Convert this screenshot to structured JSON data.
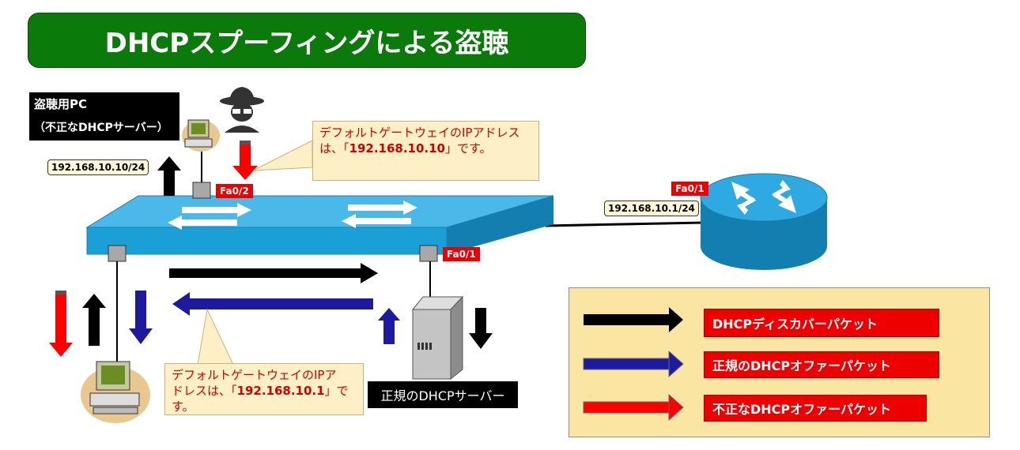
{
  "title": "DHCPスプーフィングによる盗聴",
  "rogue_pc": {
    "name": "盗聴用PC",
    "role": "（不正なDHCPサーバー）",
    "ip": "192.168.10.10/24",
    "port": "Fa0/2"
  },
  "router": {
    "port": "Fa0/1",
    "ip": "192.168.10.1/24"
  },
  "switch_server_port": "Fa0/1",
  "callout_rogue": {
    "line1": "デフォルトゲートウェイのIPアドレス",
    "line2_pre": "は、「",
    "line2_ip": "192.168.10.10",
    "line2_post": "」です。"
  },
  "callout_legit": {
    "line1": "デフォルトゲートウェイのIPア",
    "line2_pre": "ドレスは、「",
    "line2_ip": "192.168.10.1",
    "line2_post": "」です。"
  },
  "server_label": "正規のDHCPサーバー",
  "legend": [
    {
      "label": "DHCPディスカバーパケット",
      "color": "#000000"
    },
    {
      "label": "正規のDHCPオファーパケット",
      "color": "#1e1aa0"
    },
    {
      "label": "不正なDHCPオファーパケット",
      "color": "#ff0000"
    }
  ],
  "colors": {
    "title_bg": "#0a7a0a",
    "discover": "#000000",
    "legit_offer": "#1e1aa0",
    "rogue_offer": "#ff0000",
    "switch": "#1a9fd6",
    "router": "#1a8fd0"
  },
  "icons": [
    "hacker-icon",
    "switch-icon",
    "router-icon",
    "server-icon",
    "pc-icon"
  ]
}
